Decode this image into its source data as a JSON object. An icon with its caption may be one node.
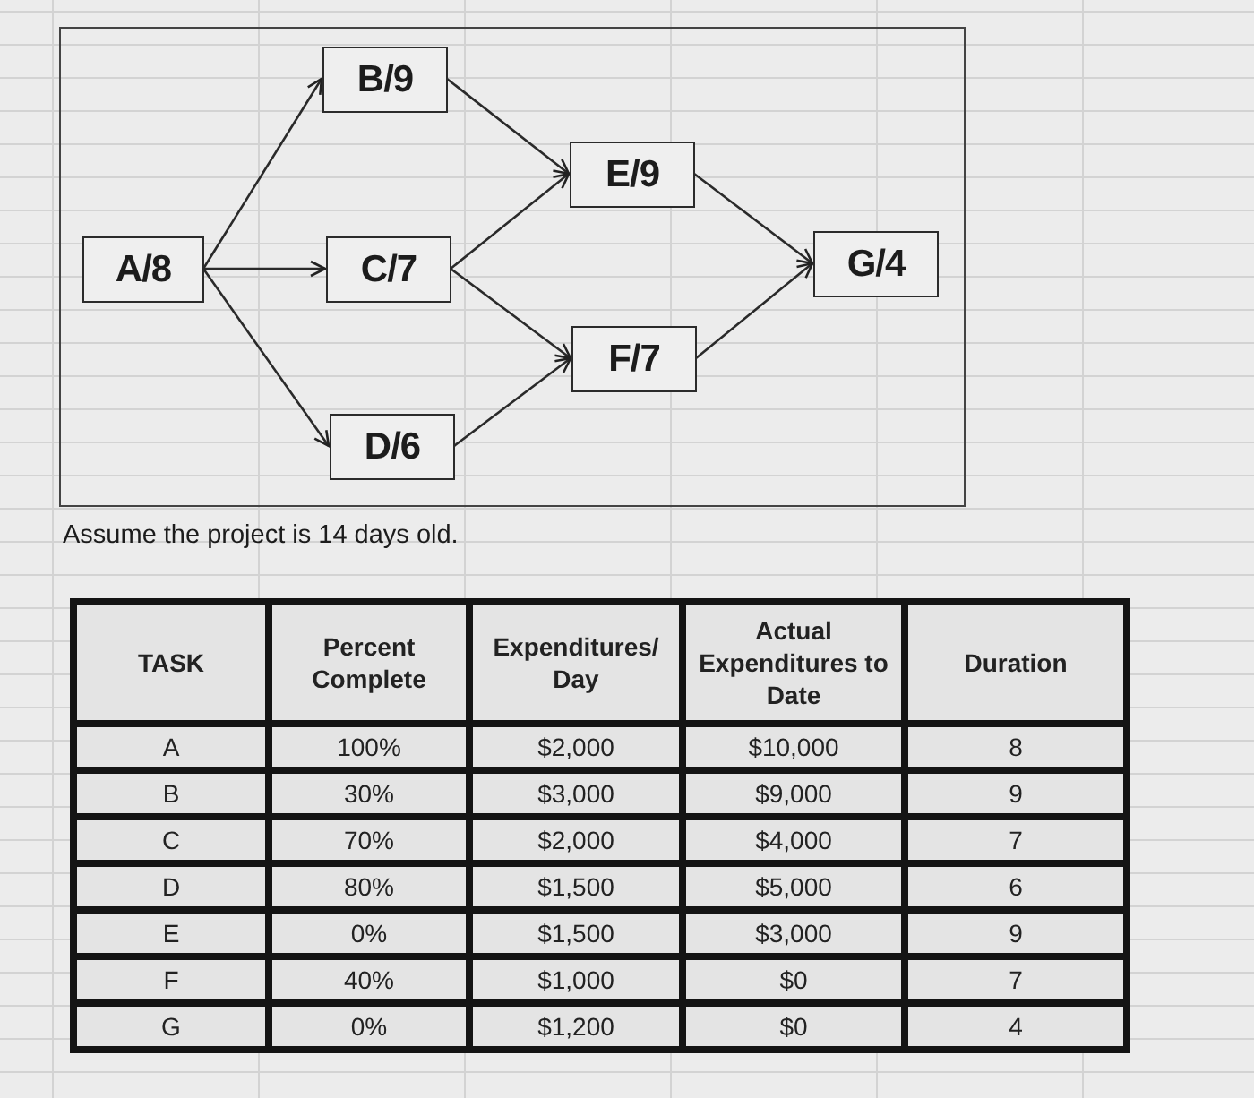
{
  "diagram": {
    "nodes": [
      {
        "text": [
          "A/8"
        ]
      },
      {
        "text": [
          "B/9"
        ]
      },
      {
        "text": [
          "C/7"
        ]
      },
      {
        "text": [
          "D/6"
        ]
      },
      {
        "text": [
          "E/9"
        ]
      },
      {
        "text": [
          "F/7"
        ]
      },
      {
        "text": [
          "G/4"
        ]
      }
    ],
    "edges": [
      {
        "from": 0,
        "to": 1,
        "arrow": "to"
      },
      {
        "from": 0,
        "to": 2,
        "arrow": "to"
      },
      {
        "from": 0,
        "to": 3,
        "arrow": "to"
      },
      {
        "from": 1,
        "to": 4,
        "arrow": "to"
      },
      {
        "from": 2,
        "to": 4,
        "arrow": "to"
      },
      {
        "from": 2,
        "to": 5,
        "arrow": "to"
      },
      {
        "from": 3,
        "to": 5,
        "arrow": "to"
      },
      {
        "from": 4,
        "to": 6,
        "arrow": "to"
      },
      {
        "from": 5,
        "to": 6,
        "arrow": "to"
      }
    ],
    "labels": [
      "Assume the project is 14 days old.",
      "TASK",
      "Percent Complete",
      "Expenditures/ Day",
      "Actual Expenditures to Date",
      "Duration",
      "A",
      "100%",
      "$2,000",
      "$10,000",
      "8",
      "B",
      "30%",
      "$3,000",
      "$9,000",
      "9",
      "C",
      "70%",
      "$2,000",
      "$4,000",
      "7",
      "D",
      "80%",
      "$1,500",
      "$5,000",
      "6",
      "E",
      "0%",
      "$1,500",
      "$3,000",
      "9",
      "F",
      "40%",
      "$1,000",
      "$0",
      "7",
      "G",
      "0%",
      "$1,200",
      "$0",
      "4"
    ]
  }
}
